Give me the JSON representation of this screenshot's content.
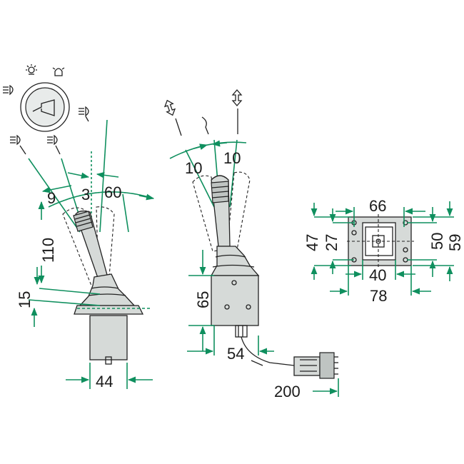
{
  "dimensions": {
    "left_joystick": {
      "angle_9": "9",
      "angle_3": "3",
      "angle_60": "60",
      "length_110": "110",
      "height_15": "15",
      "width_44": "44"
    },
    "middle_joystick": {
      "angle_10_left": "10",
      "angle_10_right": "10",
      "height_65": "65",
      "width_54": "54",
      "cable_200": "200"
    },
    "mounting_plate": {
      "width_66": "66",
      "width_40": "40",
      "width_78": "78",
      "height_47": "47",
      "height_27": "27",
      "height_50": "50",
      "height_59": "59"
    }
  },
  "colors": {
    "dimension_lines": "#0f8f5e",
    "outline": "#222222",
    "body_fill": "#d6dad8"
  },
  "icons": [
    "headlight-icon",
    "work-light-icon",
    "beacon-icon",
    "horn-icon",
    "fog-light-icon",
    "arrow-up-down-icon"
  ]
}
